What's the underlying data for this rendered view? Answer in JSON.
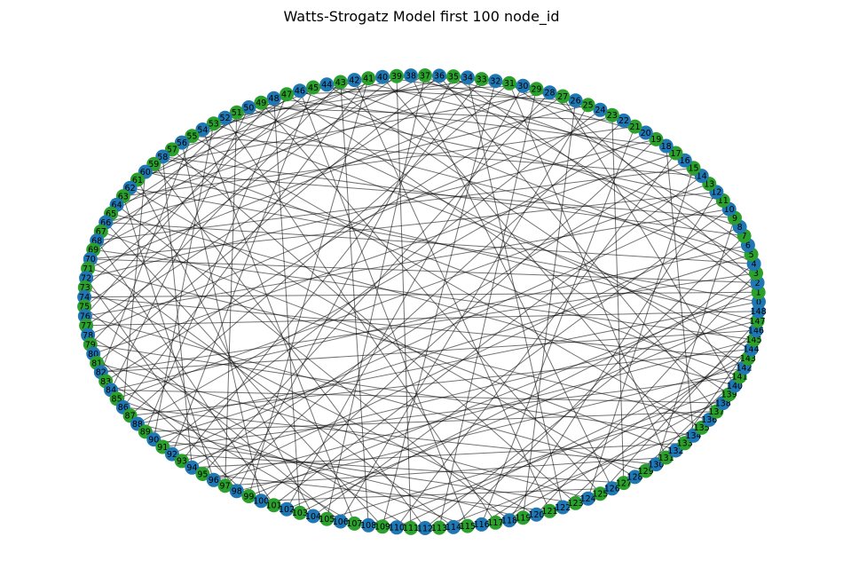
{
  "title": "Watts-Strogatz Model first 100 node_id",
  "colors": {
    "node_a": "#1f77b4",
    "node_b": "#2ca02c",
    "edge": "#000000"
  },
  "graph": {
    "node_count": 149,
    "nodes": [
      {
        "id": "0",
        "group": "a"
      },
      {
        "id": "1",
        "group": "b"
      },
      {
        "id": "2",
        "group": "a"
      },
      {
        "id": "3",
        "group": "b"
      },
      {
        "id": "4",
        "group": "a"
      },
      {
        "id": "5",
        "group": "b"
      },
      {
        "id": "6",
        "group": "a"
      },
      {
        "id": "7",
        "group": "b"
      },
      {
        "id": "8",
        "group": "a"
      },
      {
        "id": "9",
        "group": "b"
      },
      {
        "id": "10",
        "group": "a"
      },
      {
        "id": "11",
        "group": "b"
      },
      {
        "id": "12",
        "group": "a"
      },
      {
        "id": "13",
        "group": "b"
      },
      {
        "id": "14",
        "group": "a"
      },
      {
        "id": "15",
        "group": "b"
      },
      {
        "id": "16",
        "group": "a"
      },
      {
        "id": "17",
        "group": "b"
      },
      {
        "id": "18",
        "group": "a"
      },
      {
        "id": "19",
        "group": "b"
      },
      {
        "id": "20",
        "group": "a"
      },
      {
        "id": "21",
        "group": "b"
      },
      {
        "id": "22",
        "group": "a"
      },
      {
        "id": "23",
        "group": "b"
      },
      {
        "id": "24",
        "group": "a"
      },
      {
        "id": "25",
        "group": "b"
      },
      {
        "id": "26",
        "group": "a"
      },
      {
        "id": "27",
        "group": "b"
      },
      {
        "id": "28",
        "group": "a"
      },
      {
        "id": "29",
        "group": "b"
      },
      {
        "id": "30",
        "group": "a"
      },
      {
        "id": "31",
        "group": "b"
      },
      {
        "id": "32",
        "group": "a"
      },
      {
        "id": "33",
        "group": "b"
      },
      {
        "id": "34",
        "group": "a"
      },
      {
        "id": "35",
        "group": "b"
      },
      {
        "id": "36",
        "group": "a"
      },
      {
        "id": "37",
        "group": "b"
      },
      {
        "id": "38",
        "group": "a"
      },
      {
        "id": "39",
        "group": "b"
      },
      {
        "id": "40",
        "group": "a"
      },
      {
        "id": "41",
        "group": "b"
      },
      {
        "id": "42",
        "group": "a"
      },
      {
        "id": "43",
        "group": "b"
      },
      {
        "id": "44",
        "group": "a"
      },
      {
        "id": "45",
        "group": "b"
      },
      {
        "id": "46",
        "group": "a"
      },
      {
        "id": "47",
        "group": "b"
      },
      {
        "id": "48",
        "group": "a"
      },
      {
        "id": "49",
        "group": "b"
      },
      {
        "id": "50",
        "group": "a"
      },
      {
        "id": "51",
        "group": "b"
      },
      {
        "id": "52",
        "group": "a"
      },
      {
        "id": "53",
        "group": "b"
      },
      {
        "id": "54",
        "group": "a"
      },
      {
        "id": "55",
        "group": "b"
      },
      {
        "id": "56",
        "group": "a"
      },
      {
        "id": "57",
        "group": "b"
      },
      {
        "id": "58",
        "group": "a"
      },
      {
        "id": "59",
        "group": "b"
      },
      {
        "id": "60",
        "group": "a"
      },
      {
        "id": "61",
        "group": "b"
      },
      {
        "id": "62",
        "group": "a"
      },
      {
        "id": "63",
        "group": "b"
      },
      {
        "id": "64",
        "group": "a"
      },
      {
        "id": "65",
        "group": "b"
      },
      {
        "id": "66",
        "group": "a"
      },
      {
        "id": "67",
        "group": "b"
      },
      {
        "id": "68",
        "group": "a"
      },
      {
        "id": "69",
        "group": "b"
      },
      {
        "id": "70",
        "group": "a"
      },
      {
        "id": "71",
        "group": "b"
      },
      {
        "id": "72",
        "group": "a"
      },
      {
        "id": "73",
        "group": "b"
      },
      {
        "id": "74",
        "group": "a"
      },
      {
        "id": "75",
        "group": "b"
      },
      {
        "id": "76",
        "group": "a"
      },
      {
        "id": "77",
        "group": "b"
      },
      {
        "id": "78",
        "group": "a"
      },
      {
        "id": "79",
        "group": "b"
      },
      {
        "id": "80",
        "group": "a"
      },
      {
        "id": "81",
        "group": "b"
      },
      {
        "id": "82",
        "group": "a"
      },
      {
        "id": "83",
        "group": "b"
      },
      {
        "id": "84",
        "group": "a"
      },
      {
        "id": "85",
        "group": "b"
      },
      {
        "id": "86",
        "group": "a"
      },
      {
        "id": "87",
        "group": "b"
      },
      {
        "id": "88",
        "group": "a"
      },
      {
        "id": "89",
        "group": "b"
      },
      {
        "id": "90",
        "group": "a"
      },
      {
        "id": "91",
        "group": "b"
      },
      {
        "id": "92",
        "group": "a"
      },
      {
        "id": "93",
        "group": "b"
      },
      {
        "id": "94",
        "group": "a"
      },
      {
        "id": "95",
        "group": "b"
      },
      {
        "id": "96",
        "group": "a"
      },
      {
        "id": "97",
        "group": "b"
      },
      {
        "id": "98",
        "group": "a"
      },
      {
        "id": "99",
        "group": "b"
      },
      {
        "id": "100",
        "group": "a"
      },
      {
        "id": "101",
        "group": "b"
      },
      {
        "id": "102",
        "group": "a"
      },
      {
        "id": "103",
        "group": "b"
      },
      {
        "id": "104",
        "group": "a"
      },
      {
        "id": "105",
        "group": "b"
      },
      {
        "id": "106",
        "group": "a"
      },
      {
        "id": "107",
        "group": "b"
      },
      {
        "id": "108",
        "group": "a"
      },
      {
        "id": "109",
        "group": "b"
      },
      {
        "id": "110",
        "group": "a"
      },
      {
        "id": "111",
        "group": "b"
      },
      {
        "id": "112",
        "group": "a"
      },
      {
        "id": "113",
        "group": "b"
      },
      {
        "id": "114",
        "group": "a"
      },
      {
        "id": "115",
        "group": "b"
      },
      {
        "id": "116",
        "group": "a"
      },
      {
        "id": "117",
        "group": "b"
      },
      {
        "id": "118",
        "group": "a"
      },
      {
        "id": "119",
        "group": "b"
      },
      {
        "id": "120",
        "group": "a"
      },
      {
        "id": "121",
        "group": "b"
      },
      {
        "id": "122",
        "group": "a"
      },
      {
        "id": "123",
        "group": "b"
      },
      {
        "id": "124",
        "group": "a"
      },
      {
        "id": "125",
        "group": "b"
      },
      {
        "id": "126",
        "group": "a"
      },
      {
        "id": "127",
        "group": "b"
      },
      {
        "id": "128",
        "group": "a"
      },
      {
        "id": "129",
        "group": "b"
      },
      {
        "id": "130",
        "group": "a"
      },
      {
        "id": "131",
        "group": "b"
      },
      {
        "id": "132",
        "group": "a"
      },
      {
        "id": "133",
        "group": "b"
      },
      {
        "id": "134",
        "group": "a"
      },
      {
        "id": "135",
        "group": "b"
      },
      {
        "id": "136",
        "group": "a"
      },
      {
        "id": "137",
        "group": "b"
      },
      {
        "id": "138",
        "group": "a"
      },
      {
        "id": "139",
        "group": "b"
      },
      {
        "id": "140",
        "group": "a"
      },
      {
        "id": "141",
        "group": "b"
      },
      {
        "id": "142",
        "group": "a"
      },
      {
        "id": "143",
        "group": "b"
      },
      {
        "id": "144",
        "group": "a"
      },
      {
        "id": "145",
        "group": "b"
      },
      {
        "id": "146",
        "group": "a"
      },
      {
        "id": "147",
        "group": "b"
      },
      {
        "id": "148",
        "group": "a"
      }
    ],
    "edges": [
      [
        0,
        62
      ],
      [
        0,
        88
      ],
      [
        1,
        35
      ],
      [
        1,
        74
      ],
      [
        1,
        99
      ],
      [
        2,
        28
      ],
      [
        2,
        70
      ],
      [
        2,
        103
      ],
      [
        3,
        46
      ],
      [
        3,
        82
      ],
      [
        3,
        120
      ],
      [
        4,
        37
      ],
      [
        4,
        66
      ],
      [
        4,
        112
      ],
      [
        5,
        90
      ],
      [
        5,
        52
      ],
      [
        6,
        31
      ],
      [
        6,
        84
      ],
      [
        7,
        114
      ],
      [
        7,
        58
      ],
      [
        8,
        44
      ],
      [
        8,
        96
      ],
      [
        9,
        60
      ],
      [
        9,
        130
      ],
      [
        10,
        76
      ],
      [
        10,
        104
      ],
      [
        11,
        49
      ],
      [
        11,
        92
      ],
      [
        12,
        70
      ],
      [
        12,
        118
      ],
      [
        13,
        38
      ],
      [
        13,
        85
      ],
      [
        14,
        101
      ],
      [
        14,
        55
      ],
      [
        15,
        68
      ],
      [
        15,
        124
      ],
      [
        16,
        42
      ],
      [
        16,
        94
      ],
      [
        17,
        80
      ],
      [
        17,
        110
      ],
      [
        18,
        48
      ],
      [
        18,
        134
      ],
      [
        19,
        72
      ],
      [
        19,
        100
      ],
      [
        20,
        36
      ],
      [
        20,
        88
      ],
      [
        21,
        63
      ],
      [
        21,
        116
      ],
      [
        22,
        50
      ],
      [
        22,
        97
      ],
      [
        23,
        78
      ],
      [
        23,
        127
      ],
      [
        24,
        40
      ],
      [
        24,
        91
      ],
      [
        25,
        66
      ],
      [
        25,
        106
      ],
      [
        26,
        45
      ],
      [
        26,
        119
      ],
      [
        27,
        83
      ],
      [
        27,
        140
      ],
      [
        28,
        59
      ],
      [
        28,
        95
      ],
      [
        29,
        71
      ],
      [
        29,
        113
      ],
      [
        30,
        47
      ],
      [
        30,
        102
      ],
      [
        31,
        87
      ],
      [
        31,
        131
      ],
      [
        32,
        64
      ],
      [
        32,
        109
      ],
      [
        33,
        52
      ],
      [
        33,
        93
      ],
      [
        34,
        77
      ],
      [
        34,
        122
      ],
      [
        35,
        98
      ],
      [
        35,
        57
      ],
      [
        36,
        81
      ],
      [
        36,
        137
      ],
      [
        37,
        69
      ],
      [
        37,
        105
      ],
      [
        38,
        54
      ],
      [
        38,
        126
      ],
      [
        39,
        75
      ],
      [
        39,
        111
      ],
      [
        40,
        61
      ],
      [
        40,
        133
      ],
      [
        41,
        86
      ],
      [
        41,
        99
      ],
      [
        42,
        67
      ],
      [
        42,
        121
      ],
      [
        43,
        79
      ],
      [
        43,
        108
      ],
      [
        44,
        56
      ],
      [
        44,
        142
      ],
      [
        45,
        92
      ],
      [
        45,
        73
      ],
      [
        46,
        115
      ],
      [
        46,
        65
      ],
      [
        47,
        89
      ],
      [
        47,
        139
      ],
      [
        48,
        103
      ],
      [
        48,
        76
      ],
      [
        49,
        125
      ],
      [
        49,
        62
      ],
      [
        50,
        84
      ],
      [
        50,
        144
      ],
      [
        51,
        97
      ],
      [
        51,
        70
      ],
      [
        52,
        117
      ],
      [
        53,
        90
      ],
      [
        53,
        146
      ],
      [
        54,
        107
      ],
      [
        55,
        82
      ],
      [
        55,
        135
      ],
      [
        56,
        100
      ],
      [
        57,
        123
      ],
      [
        58,
        94
      ],
      [
        58,
        141
      ],
      [
        59,
        112
      ],
      [
        60,
        86
      ],
      [
        60,
        147
      ],
      [
        61,
        104
      ],
      [
        62,
        128
      ],
      [
        63,
        96
      ],
      [
        64,
        118
      ],
      [
        65,
        140
      ],
      [
        66,
        109
      ],
      [
        67,
        132
      ],
      [
        68,
        101
      ],
      [
        69,
        145
      ],
      [
        70,
        114
      ],
      [
        71,
        136
      ],
      [
        72,
        98
      ],
      [
        73,
        120
      ],
      [
        74,
        143
      ],
      [
        75,
        106
      ],
      [
        76,
        129
      ],
      [
        77,
        148
      ],
      [
        78,
        111
      ],
      [
        79,
        134
      ],
      [
        80,
        99
      ],
      [
        81,
        124
      ],
      [
        82,
        146
      ],
      [
        83,
        107
      ],
      [
        84,
        138
      ],
      [
        85,
        115
      ],
      [
        86,
        130
      ],
      [
        87,
        144
      ],
      [
        88,
        119
      ],
      [
        89,
        137
      ],
      [
        90,
        123
      ],
      [
        91,
        141
      ],
      [
        92,
        127
      ],
      [
        93,
        147
      ],
      [
        94,
        133
      ],
      [
        95,
        121
      ],
      [
        96,
        145
      ],
      [
        97,
        131
      ],
      [
        98,
        142
      ],
      [
        100,
        126
      ],
      [
        102,
        148
      ],
      [
        105,
        138
      ],
      [
        108,
        140
      ],
      [
        110,
        143
      ],
      [
        113,
        135
      ],
      [
        116,
        144
      ],
      [
        117,
        139
      ],
      [
        122,
        146
      ],
      [
        125,
        147
      ],
      [
        128,
        141
      ],
      [
        129,
        136
      ],
      [
        132,
        145
      ],
      [
        0,
        4
      ],
      [
        3,
        9
      ],
      [
        12,
        20
      ],
      [
        26,
        33
      ],
      [
        41,
        48
      ],
      [
        57,
        63
      ],
      [
        66,
        71
      ],
      [
        80,
        85
      ],
      [
        92,
        97
      ],
      [
        104,
        110
      ],
      [
        118,
        124
      ],
      [
        131,
        137
      ],
      [
        140,
        147
      ]
    ]
  }
}
